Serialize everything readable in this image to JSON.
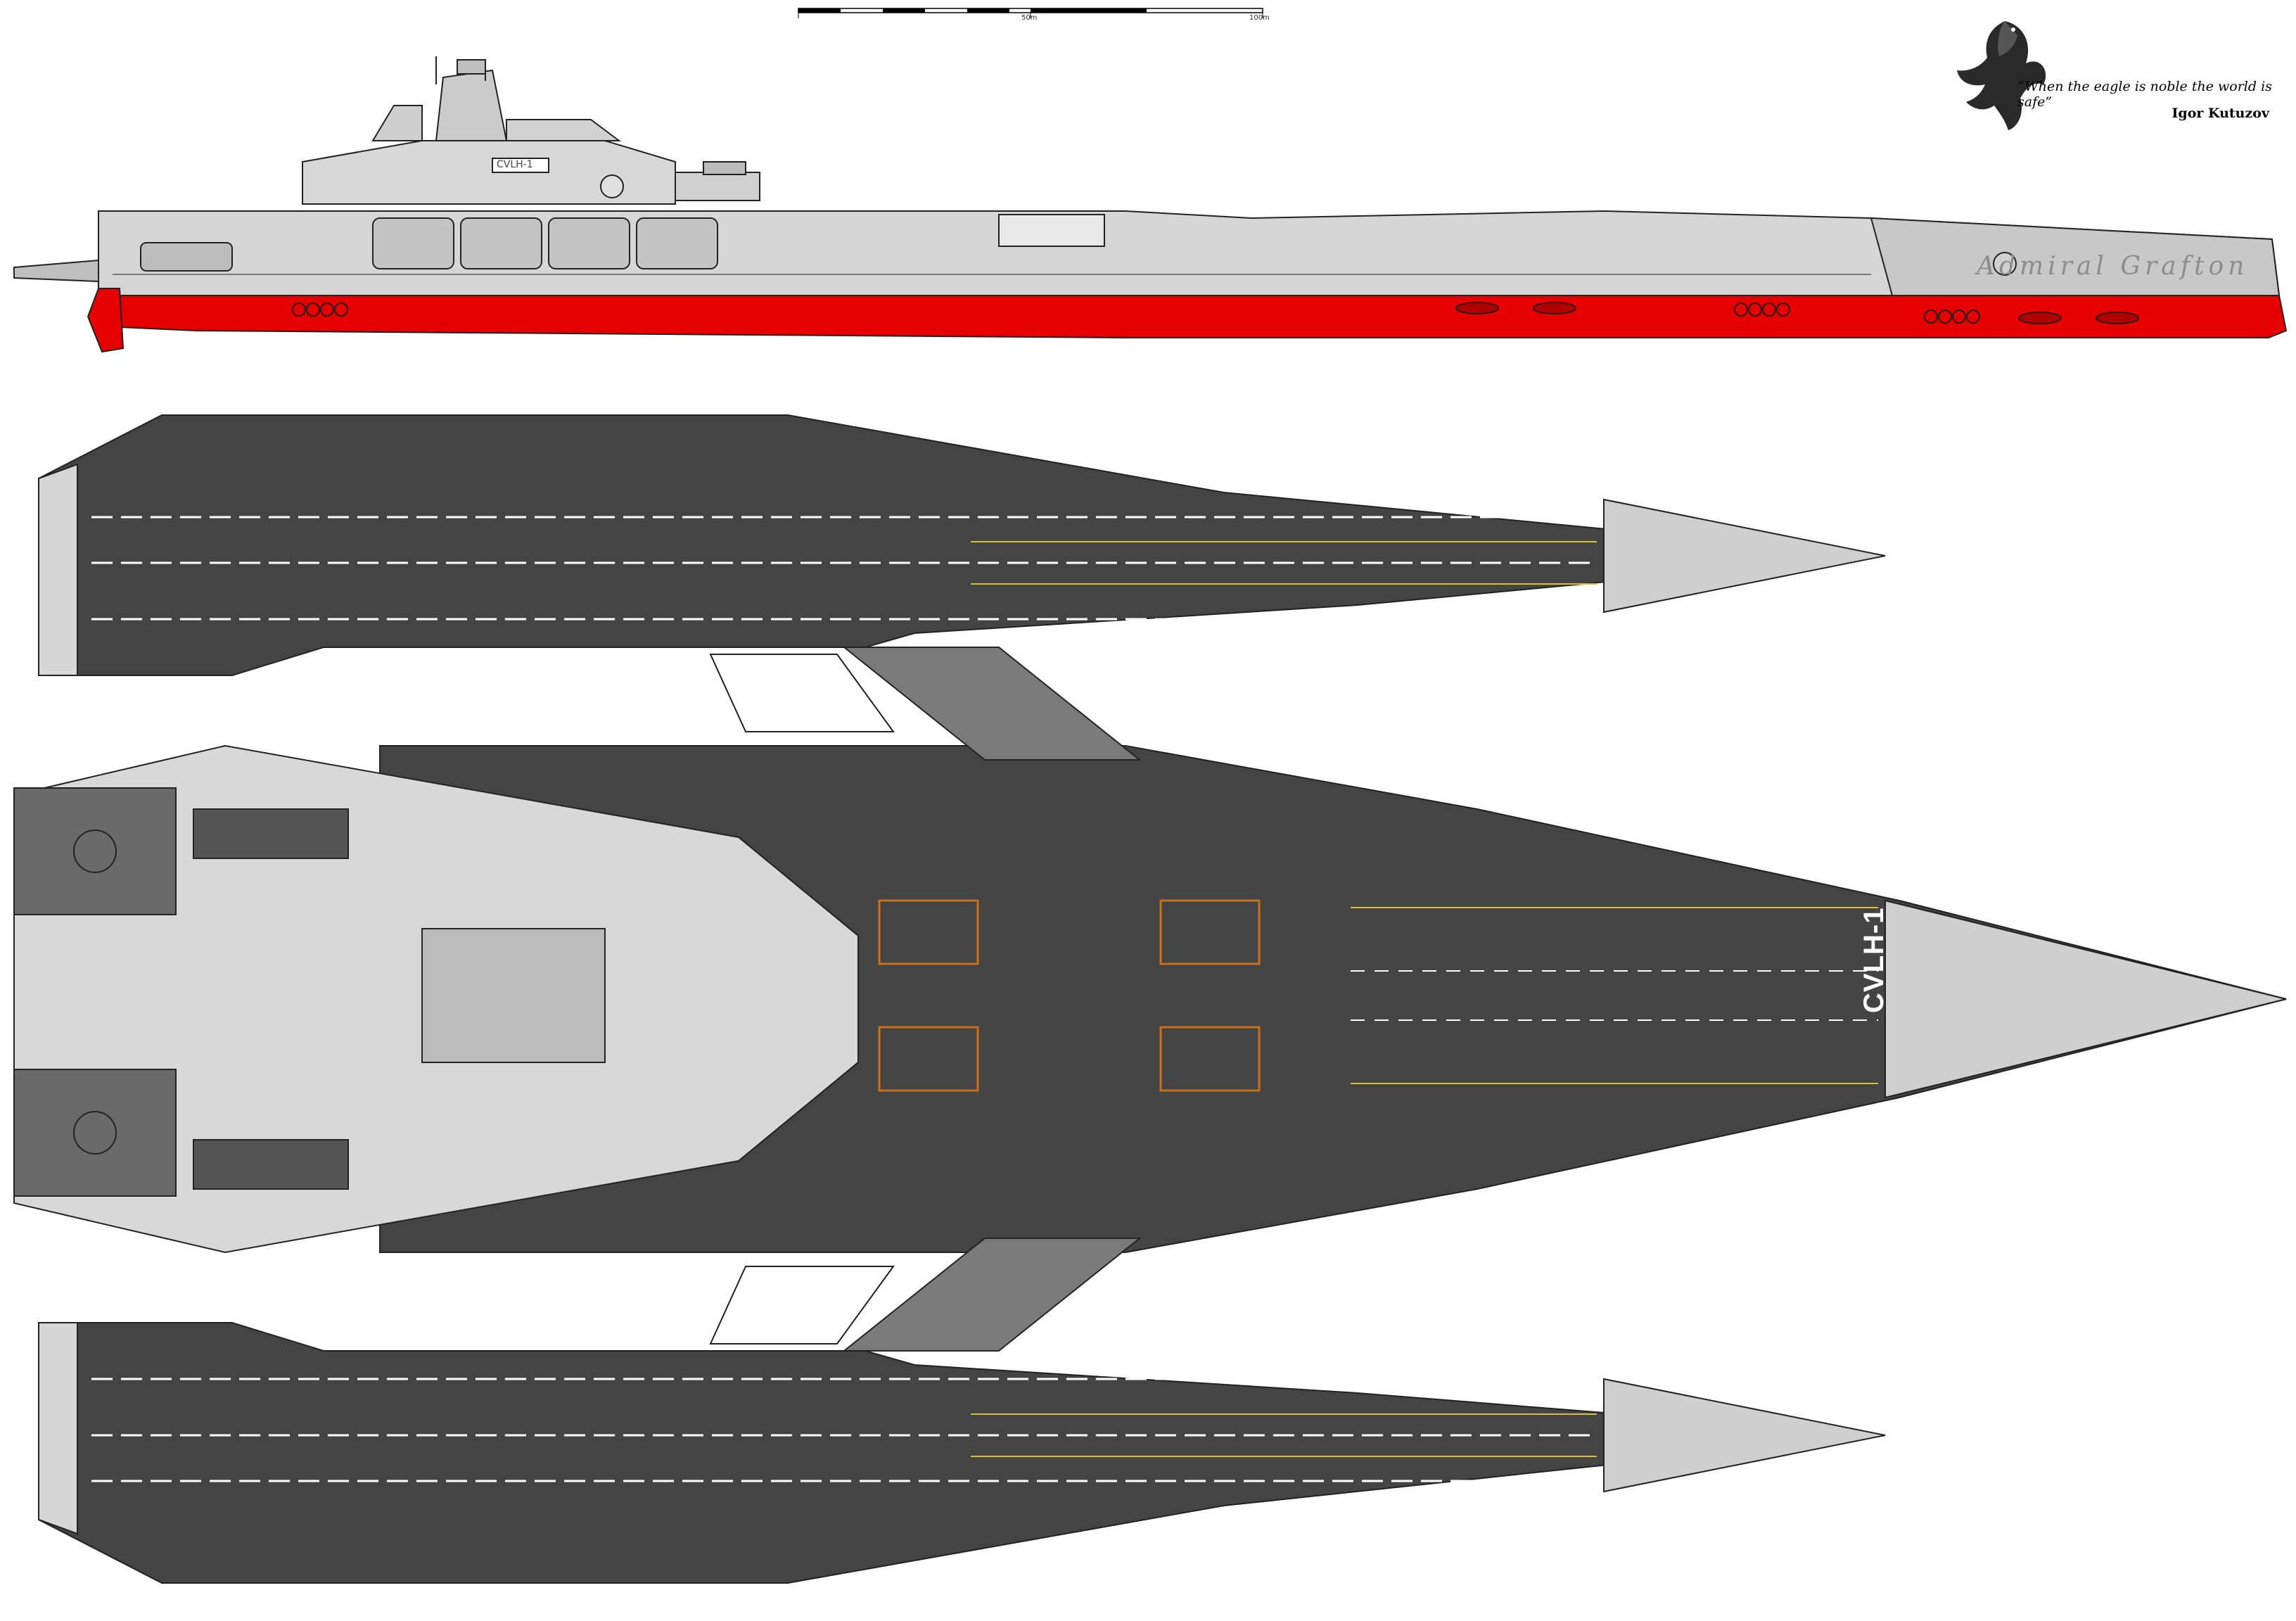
{
  "scale_bar": {
    "mid_label": "50m",
    "end_label": "100m"
  },
  "quote": {
    "text": "“When the eagle is noble the world is safe”",
    "author": "Igor Kutuzov"
  },
  "ship": {
    "name": "Admiral Grafton",
    "hull_code": "CVLH-1"
  },
  "colors": {
    "hull_red": "#e60000",
    "deck_dark": "#444444",
    "superstructure": "#cfcfcf",
    "outline": "#222222",
    "deck_marking_yellow": "#d6c23a",
    "hatch_orange": "#c8701e"
  },
  "icons": {
    "emblem": "eagle-emblem-icon"
  }
}
